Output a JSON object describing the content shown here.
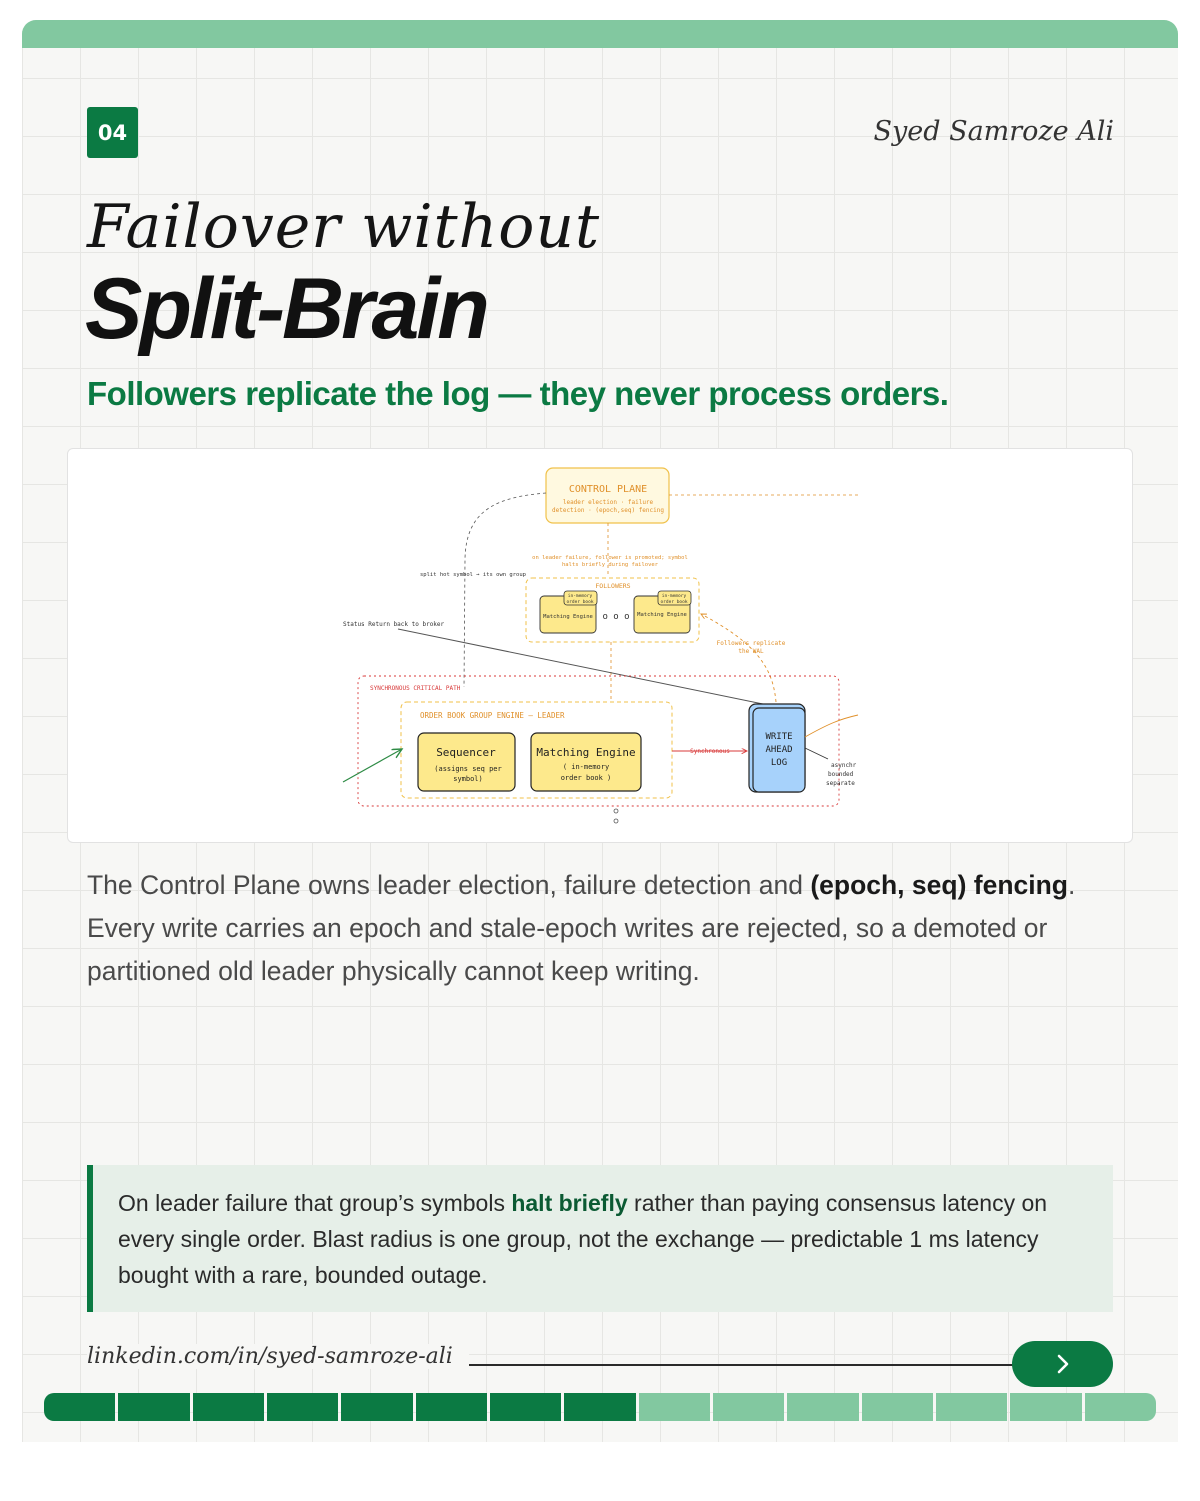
{
  "slide_number": "04",
  "author": "Syed Samroze Ali",
  "title_line1": "Failover without",
  "title_line2": "Split-Brain",
  "subtitle": "Followers replicate the log — they never process orders.",
  "diagram": {
    "control_plane": {
      "title": "CONTROL PLANE",
      "line1": "leader election · failure",
      "line2": "detection · (epoch,seq) fencing"
    },
    "failover_note_line1": "on leader failure, follower is promoted; symbol",
    "failover_note_line2": "halts briefly during failover",
    "split_note": "split hot symbol → its own group",
    "followers": {
      "title": "FOLLOWERS",
      "memory_line1": "in-memory",
      "memory_line2": "order book",
      "engine": "Matching Engine",
      "ellipsis": "o o o"
    },
    "follower_note_line1": "Followers replicate",
    "follower_note_line2": "the WAL",
    "status_note": "Status Return back to broker",
    "critical_path_label": "SYNCHRONOUS CRITICAL PATH",
    "group_label": "ORDER BOOK GROUP ENGINE — LEADER",
    "sequencer": {
      "title": "Sequencer",
      "line1": "(assigns seq per",
      "line2": "symbol)"
    },
    "matching_engine": {
      "title": "Matching Engine",
      "line1": "( in-memory",
      "line2": "order book )"
    },
    "sync_label": "Synchronous",
    "wal": {
      "line1": "WRITE",
      "line2": "AHEAD",
      "line3": "LOG"
    },
    "async_note_line1": "asynchr",
    "async_note_line2": "bounded",
    "async_note_line3": "separate"
  },
  "body": {
    "part1": "The Control Plane owns leader election, failure detection and ",
    "bold1": "(epoch, seq) fencing",
    "part2": ". Every write carries an epoch and stale-epoch writes are rejected, so a demoted or partitioned old leader physically cannot keep writing."
  },
  "callout": {
    "part1": "On leader failure that group’s symbols ",
    "bold": "halt briefly",
    "part2": " rather than paying consensus latency on every single order. Blast radius is one group, not the exchange — predictable 1 ms latency bought with a rare, bounded outage."
  },
  "footer_link": "linkedin.com/in/syed-samroze-ali",
  "progress": {
    "current": 8,
    "total": 15
  },
  "colors": {
    "accent": "#0b7a43",
    "accent_light": "#82c8a0",
    "note_orange": "#e0902a",
    "box_yellow": "#fde98c",
    "wal_blue": "#a7d2fb",
    "critical_red": "#d83a3a"
  }
}
